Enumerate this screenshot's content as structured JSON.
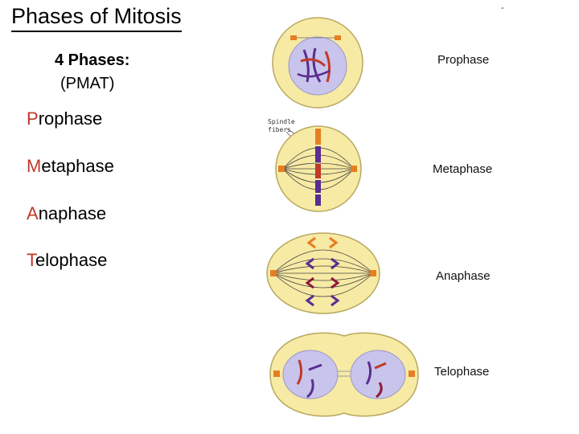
{
  "slide": {
    "title": "Phases of Mitosis",
    "heading": "4 Phases:",
    "acronym": "(PMAT)",
    "tick_mark": "-",
    "phases": [
      {
        "first": "P",
        "rest": "rophase"
      },
      {
        "first": "M",
        "rest": "etaphase"
      },
      {
        "first": "A",
        "rest": "naphase"
      },
      {
        "first": "T",
        "rest": "elophase"
      }
    ]
  },
  "diagram": {
    "labels": [
      "Prophase",
      "Metaphase",
      "Anaphase",
      "Telophase"
    ],
    "spindle_label_1": "Spindle",
    "spindle_label_2": "fibers"
  },
  "colors": {
    "cell_fill": "#f7eaa4",
    "cell_stroke": "#b8a860",
    "nucleus_fill": "#c8c4ec",
    "chromosome_purple": "#5b2c91",
    "chromosome_red": "#c0392b",
    "chromosome_orange": "#e67e22",
    "first_letter": "#c0392b"
  }
}
